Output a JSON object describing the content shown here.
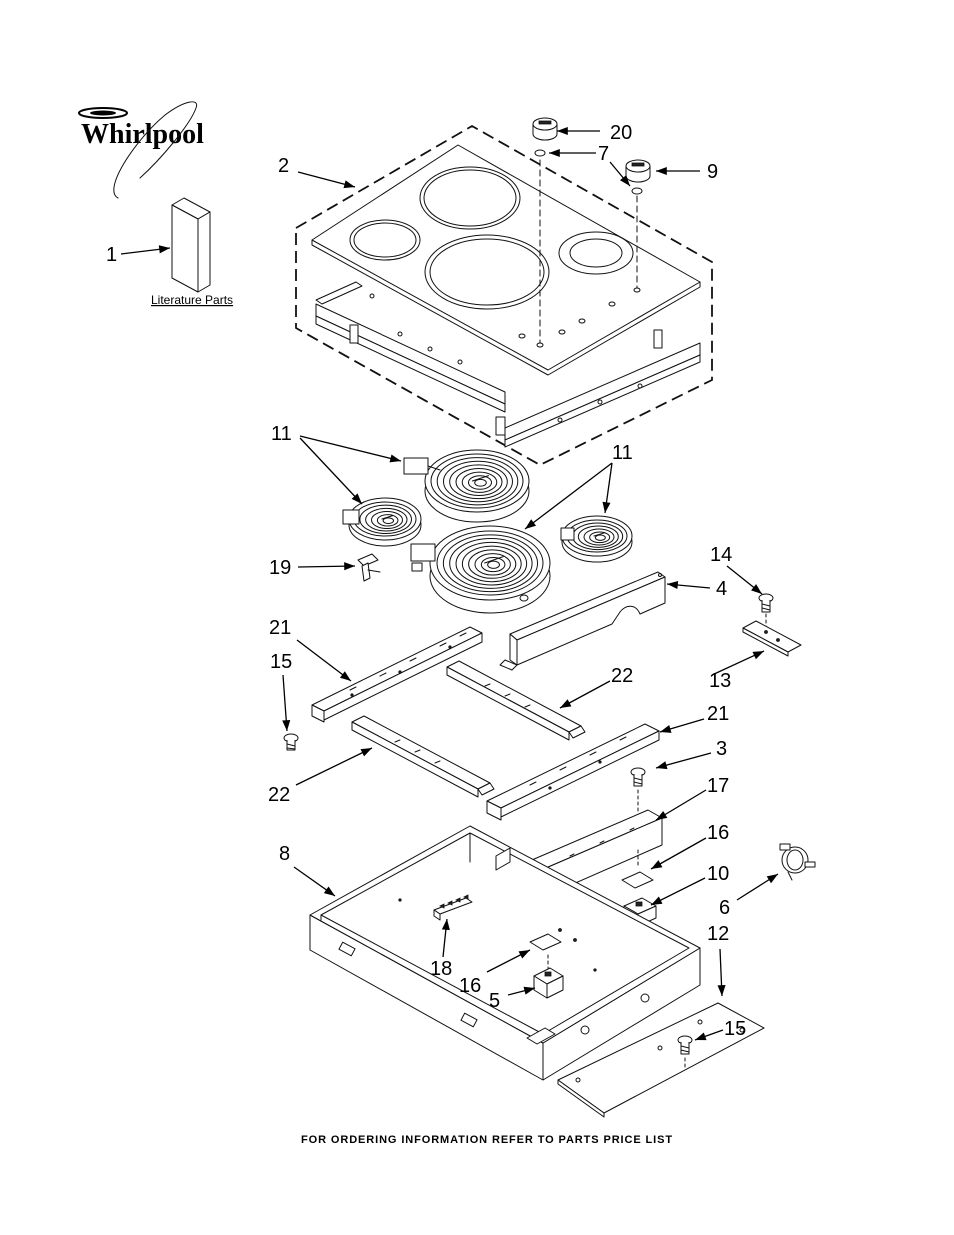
{
  "logo": {
    "text": "Whirlpool"
  },
  "literature_label": "Literature Parts",
  "footer": "FOR ORDERING INFORMATION REFER TO PARTS PRICE LIST",
  "callouts": [
    "20",
    "7",
    "9",
    "2",
    "1",
    "11",
    "11",
    "19",
    "14",
    "4",
    "21",
    "15",
    "13",
    "22",
    "22",
    "21",
    "3",
    "17",
    "8",
    "16",
    "10",
    "6",
    "12",
    "18",
    "16",
    "5",
    "15"
  ]
}
